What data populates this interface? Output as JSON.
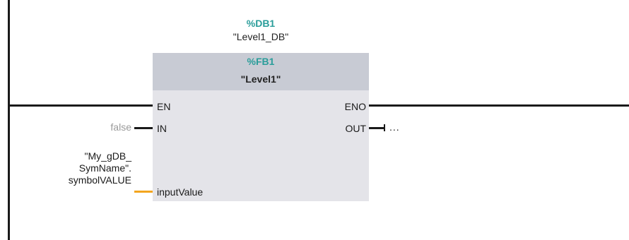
{
  "instance_db": {
    "address": "%DB1",
    "symbol": "\"Level1_DB\""
  },
  "function_block": {
    "address": "%FB1",
    "symbol": "\"Level1\""
  },
  "inputs": {
    "en": "EN",
    "in": "IN",
    "input_value": "inputValue"
  },
  "outputs": {
    "eno": "ENO",
    "out": "OUT"
  },
  "operands": {
    "in_value": "false",
    "input_value_symbol": [
      "\"My_gDB_",
      "SymName\".",
      "symbolVALUE"
    ],
    "out_value": "..."
  },
  "colors": {
    "address_teal": "#2a9d9a",
    "wire_black": "#1a1a1a",
    "wire_orange": "#f3a51e",
    "block_body": "#e4e4e9",
    "block_header": "#c8cbd4"
  }
}
